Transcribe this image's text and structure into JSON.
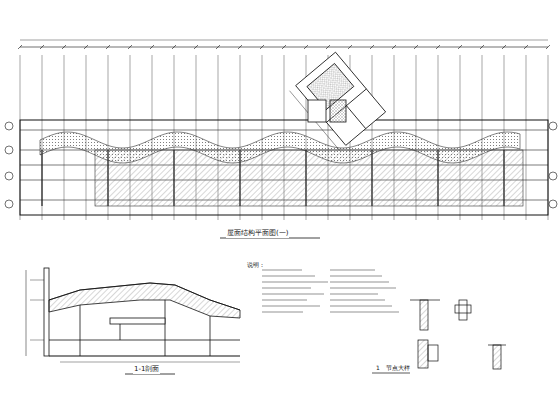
{
  "diagram": {
    "labels": [
      "屋面结构平面图(一)",
      "1-1剖面",
      "说明：",
      "1",
      "节点大样"
    ]
  }
}
